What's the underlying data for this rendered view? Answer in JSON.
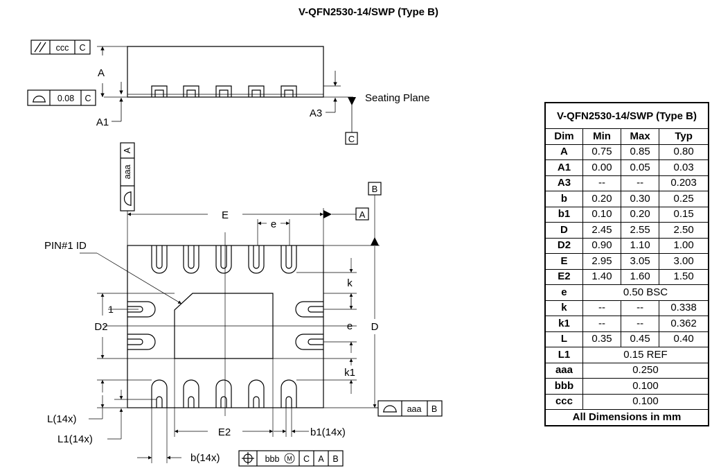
{
  "page_title": "V-QFN2530-14/SWP (Type B)",
  "side_view": {
    "dim_a": "A",
    "dim_a1": "A1",
    "dim_a3": "A3",
    "seating_plane": "Seating Plane",
    "parallelism_fcf": {
      "symbol": "//",
      "tolerance": "ccc",
      "datum": "C"
    },
    "profile_fcf": {
      "tolerance": "0.08",
      "datum": "C"
    },
    "datum_c": "C"
  },
  "bottom_view": {
    "datum_a": "A",
    "datum_b": "B",
    "aaa_fcf_vertical": {
      "tolerance": "aaa",
      "datum": "A"
    },
    "aaa_fcf_horizontal": {
      "tolerance": "aaa",
      "datum": "B"
    },
    "bbb_fcf": {
      "tolerance": "bbb",
      "modifier": "M",
      "datums": [
        "C",
        "A",
        "B"
      ]
    },
    "labels": {
      "E": "E",
      "e_top": "e",
      "e_side": "e",
      "D": "D",
      "D2": "D2",
      "E2": "E2",
      "k": "k",
      "k1": "k1",
      "pin1_id": "PIN#1 ID",
      "pin1_number": "1",
      "L": "L(14x)",
      "L1": "L1(14x)",
      "b": "b(14x)",
      "b1": "b1(14x)"
    }
  },
  "table": {
    "caption": "V-QFN2530-14/SWP (Type B)",
    "headers": [
      "Dim",
      "Min",
      "Max",
      "Typ"
    ],
    "rows": [
      {
        "dim": "A",
        "min": "0.75",
        "max": "0.85",
        "typ": "0.80"
      },
      {
        "dim": "A1",
        "min": "0.00",
        "max": "0.05",
        "typ": "0.03"
      },
      {
        "dim": "A3",
        "min": "--",
        "max": "--",
        "typ": "0.203"
      },
      {
        "dim": "b",
        "min": "0.20",
        "max": "0.30",
        "typ": "0.25"
      },
      {
        "dim": "b1",
        "min": "0.10",
        "max": "0.20",
        "typ": "0.15"
      },
      {
        "dim": "D",
        "min": "2.45",
        "max": "2.55",
        "typ": "2.50"
      },
      {
        "dim": "D2",
        "min": "0.90",
        "max": "1.10",
        "typ": "1.00"
      },
      {
        "dim": "E",
        "min": "2.95",
        "max": "3.05",
        "typ": "3.00"
      },
      {
        "dim": "E2",
        "min": "1.40",
        "max": "1.60",
        "typ": "1.50"
      },
      {
        "dim": "e",
        "span": "0.50 BSC"
      },
      {
        "dim": "k",
        "min": "--",
        "max": "--",
        "typ": "0.338"
      },
      {
        "dim": "k1",
        "min": "--",
        "max": "--",
        "typ": "0.362"
      },
      {
        "dim": "L",
        "min": "0.35",
        "max": "0.45",
        "typ": "0.40"
      },
      {
        "dim": "L1",
        "span": "0.15 REF"
      },
      {
        "dim": "aaa",
        "span": "0.250"
      },
      {
        "dim": "bbb",
        "span": "0.100"
      },
      {
        "dim": "ccc",
        "span": "0.100"
      }
    ],
    "footer": "All Dimensions in mm"
  }
}
